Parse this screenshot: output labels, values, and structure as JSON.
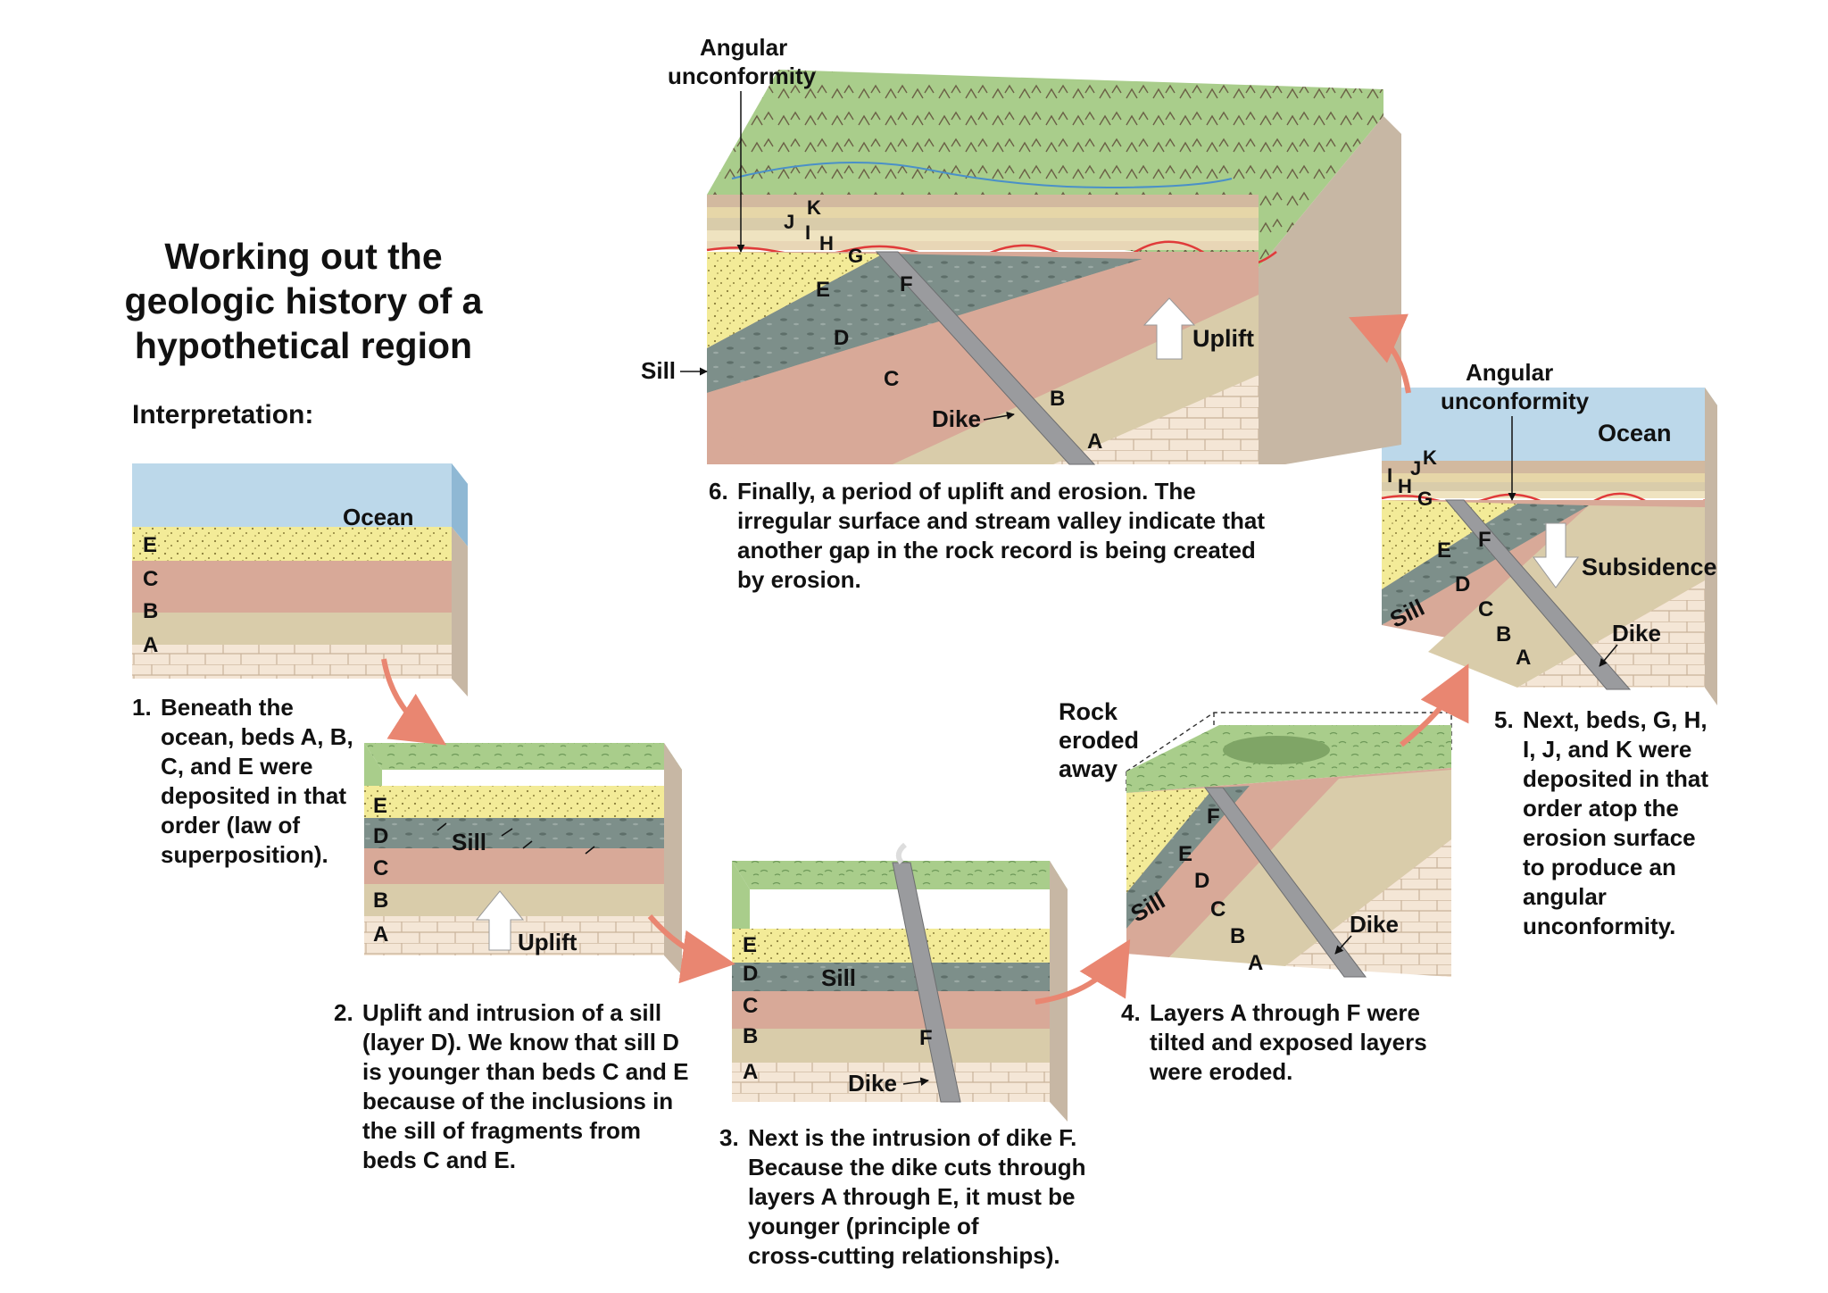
{
  "title": {
    "line1": "Working out the",
    "line2": "geologic history of a",
    "line3": "hypothetical region"
  },
  "interpretation_label": "Interpretation:",
  "colors": {
    "ocean": "#9cc4de",
    "sand": "#f3eb98",
    "sill": "#7d8f8a",
    "bedC": "#d8a998",
    "bedB": "#d9ccaa",
    "bedA": "#f4e6d6",
    "land": "#a9cd8b",
    "arrow": "#e98671",
    "unconformity": "#e03a3a"
  },
  "steps": [
    {
      "number": "1.",
      "lines": [
        "Beneath the",
        "ocean, beds A, B,",
        "C, and E were",
        "deposited in that",
        "order (law of",
        "superposition)."
      ]
    },
    {
      "number": "2.",
      "lines": [
        "Uplift and intrusion of a sill",
        "(layer D). We know that sill D",
        "is younger than beds C and E",
        "because of the inclusions in",
        "the sill of fragments from",
        "beds C and E."
      ]
    },
    {
      "number": "3.",
      "lines": [
        "Next is the intrusion of dike F.",
        "Because the dike cuts through",
        "layers A through E, it must be",
        "younger (principle of",
        "cross-cutting relationships)."
      ]
    },
    {
      "number": "4.",
      "lines": [
        "Layers A through F were",
        "tilted and exposed layers",
        "were eroded."
      ]
    },
    {
      "number": "5.",
      "lines": [
        "Next, beds, G, H,",
        "I, J, and K were",
        "deposited in that",
        "order atop the",
        "erosion surface",
        "to produce an",
        "angular",
        "unconformity."
      ]
    },
    {
      "number": "6.",
      "lines": [
        "Finally, a period of uplift and erosion. The",
        "irregular surface and stream valley indicate that",
        "another gap in the rock record is being created",
        "by erosion."
      ]
    }
  ],
  "block1": {
    "ocean": "Ocean",
    "layers": [
      "E",
      "C",
      "B",
      "A"
    ]
  },
  "block2": {
    "layers": [
      "E",
      "D",
      "C",
      "B",
      "A"
    ],
    "sill": "Sill",
    "uplift": "Uplift"
  },
  "block3": {
    "layers": [
      "E",
      "D",
      "C",
      "B",
      "A"
    ],
    "sill": "Sill",
    "dike": "Dike",
    "f": "F"
  },
  "block4": {
    "rock_eroded": [
      "Rock",
      "eroded",
      "away"
    ],
    "sill": "Sill",
    "dike": "Dike",
    "labels": [
      "F",
      "E",
      "D",
      "C",
      "B",
      "A"
    ]
  },
  "block5": {
    "angular": [
      "Angular",
      "unconformity"
    ],
    "ocean": "Ocean",
    "subsidence": "Subsidence",
    "sill": "Sill",
    "dike": "Dike",
    "top_labels": [
      "K",
      "J",
      "I",
      "H",
      "G"
    ],
    "labels": [
      "E",
      "F",
      "D",
      "C",
      "B",
      "A"
    ]
  },
  "block6": {
    "angular": [
      "Angular",
      "unconformity"
    ],
    "uplift": "Uplift",
    "sill": "Sill",
    "dike": "Dike",
    "top_labels": [
      "K",
      "J",
      "I",
      "H",
      "G"
    ],
    "labels": [
      "E",
      "F",
      "D",
      "C",
      "B",
      "A"
    ]
  }
}
